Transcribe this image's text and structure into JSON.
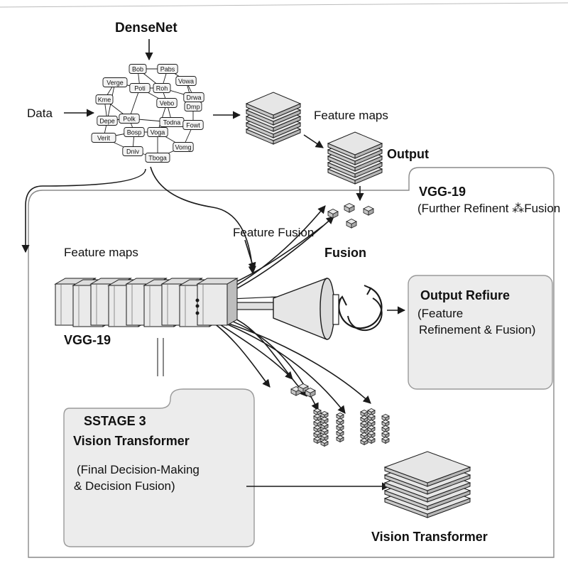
{
  "colors": {
    "stroke": "#1a1a1a",
    "panel": "#ececec",
    "panel_border": "#9a9a9a",
    "layer_top": "#e6e6e6",
    "layer_side": "#c8c8c8",
    "node_fill": "#f4f4f4"
  },
  "densenet": {
    "title": "DenseNet",
    "nodes": [
      "Bob",
      "Pabs",
      "Verge",
      "Poti",
      "Roh",
      "Vowa",
      "Kme",
      "Vebo",
      "Drwa",
      "Dmp",
      "Depe",
      "Polk",
      "Todna",
      "Fowt",
      "Verit",
      "Bosp",
      "Voga",
      "Vomg",
      "Dniv",
      "Tboga"
    ]
  },
  "labels": {
    "data": "Data",
    "feature_maps_top": "Feature maps",
    "output": "Output",
    "vgg_right_title": "VGG-19",
    "vgg_right_sub": "(Further Refinent ⁂Fusion",
    "feature_fusion": "Feature Fusion",
    "fusion": "Fusion",
    "feature_maps_left": "Feature maps",
    "vgg_left": "VGG-19",
    "vision_transformer_bottom": "Vision Transformer"
  },
  "output_refine": {
    "title": "Output Refiure",
    "line1": "(Feature",
    "line2": "Refinement & Fusion)"
  },
  "stage3": {
    "title": "SSTAGE 3",
    "subtitle": "Vision Transformer",
    "line1": "(Final Decision-Making",
    "line2": "& Decision Fusion)"
  }
}
